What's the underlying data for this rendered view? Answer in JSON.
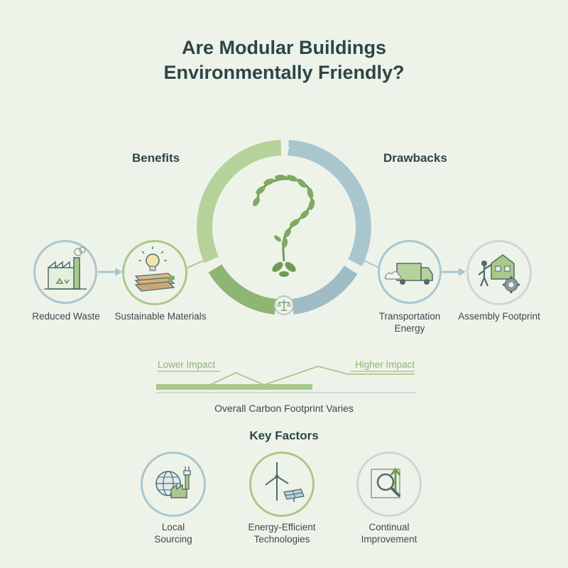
{
  "title": {
    "line1": "Are Modular Buildings",
    "line2": "Environmentally Friendly?"
  },
  "benefits": {
    "heading": "Benefits",
    "items": [
      {
        "label": "Reduced Waste",
        "icon": "factory-recycle-icon"
      },
      {
        "label": "Sustainable Materials",
        "icon": "lightbulb-wood-icon"
      }
    ]
  },
  "drawbacks": {
    "heading": "Drawbacks",
    "items": [
      {
        "label_line1": "Transportation",
        "label_line2": "Energy",
        "icon": "truck-icon"
      },
      {
        "label": "Assembly Footprint",
        "icon": "worker-house-gear-icon"
      }
    ]
  },
  "center": {
    "icon": "leafy-question-mark-icon",
    "badge_icon": "balance-scale-icon"
  },
  "impact": {
    "low_label": "Lower Impact",
    "high_label": "Higher Impact",
    "caption": "Overall Carbon Footprint Varies"
  },
  "key_factors": {
    "heading": "Key Factors",
    "items": [
      {
        "label_line1": "Local",
        "label_line2": "Sourcing",
        "icon": "globe-factory-icon"
      },
      {
        "label_line1": "Energy-Efficient",
        "label_line2": "Technologies",
        "icon": "wind-solar-icon"
      },
      {
        "label_line1": "Continual",
        "label_line2": "Improvement",
        "icon": "magnifier-growth-icon"
      }
    ]
  },
  "colors": {
    "green": "#a8c98a",
    "dark_green": "#7fa864",
    "blue": "#a9c6cf",
    "text": "#2d4646"
  }
}
